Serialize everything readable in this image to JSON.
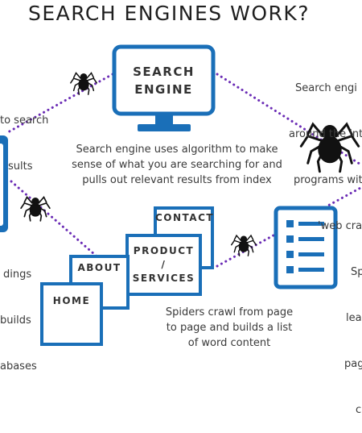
{
  "title": "SEARCH ENGINES WORK?",
  "monitor": {
    "line1": "SEARCH",
    "line2": "ENGINE"
  },
  "center_text": {
    "line1": "Search engine uses algorithm to make",
    "line2": "sense of what you are searching for and",
    "line3": "pulls out relevant results from index"
  },
  "left_top_text": {
    "line1": "to search",
    "line2": "sults"
  },
  "left_bottom_text": {
    "line1": "dings",
    "line2": "builds",
    "line3": "abases"
  },
  "right_top_text": {
    "line1": "Search engi",
    "line2": "around the int",
    "line3": "programs wit",
    "line4": "'web cra"
  },
  "right_bottom_text": {
    "line1": "Sp",
    "line2": "lea",
    "line3": "pag",
    "line4": "c"
  },
  "pages": {
    "contact": "CONTACT",
    "product": "PRODUCT",
    "slash": "/",
    "services": "SERVICES",
    "about": "ABOUT",
    "home": "HOME"
  },
  "spider_text": {
    "line1": "Spiders crawl from page",
    "line2": "to page and builds a list",
    "line3": "of word content"
  },
  "colors": {
    "blue": "#1a6fb8",
    "purple": "#6a2bb5",
    "text": "#3a3a3a",
    "spider": "#111111"
  }
}
